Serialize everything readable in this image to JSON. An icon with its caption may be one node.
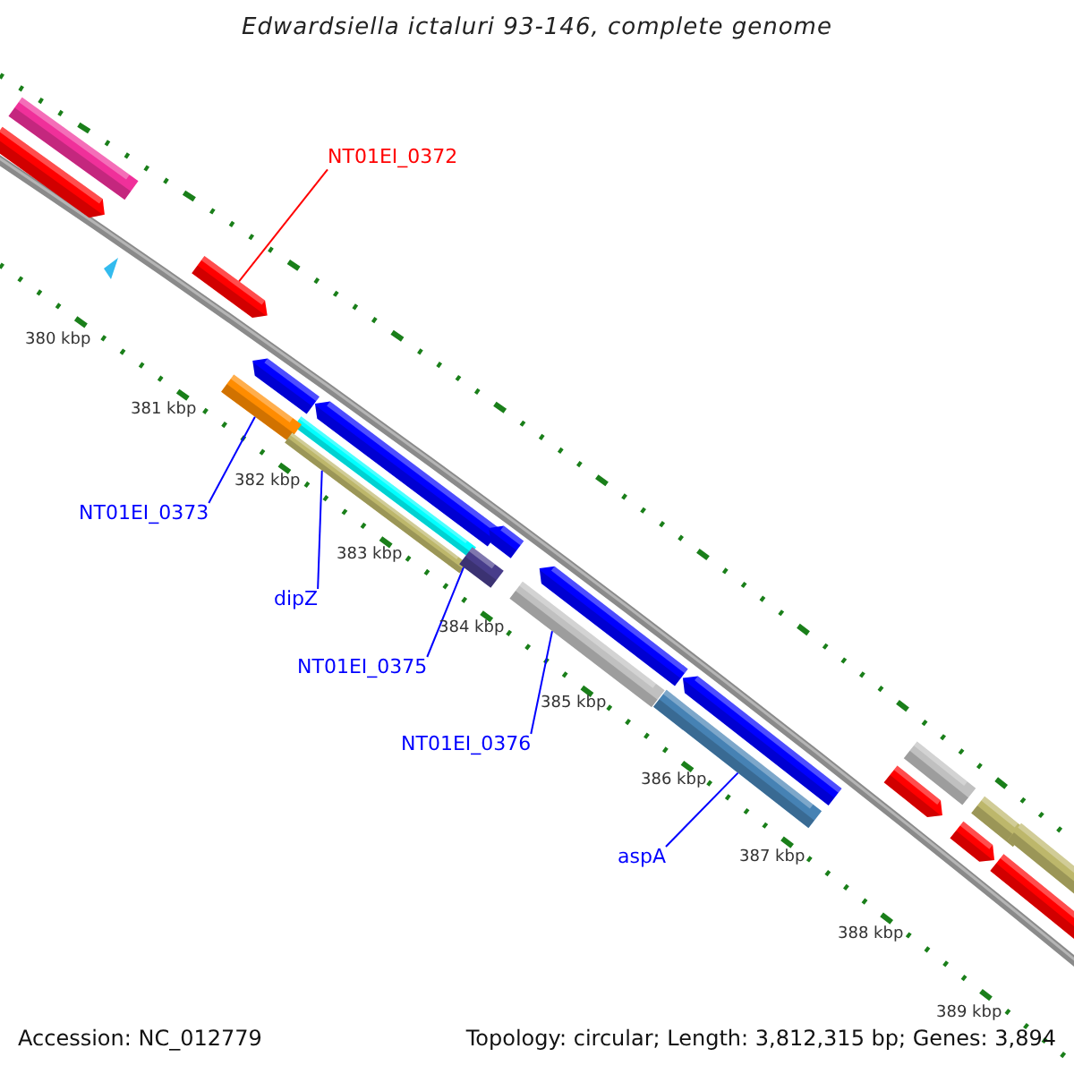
{
  "diagram": {
    "title": "Edwardsiella ictaluri 93-146, complete genome",
    "nodes": [
      {
        "text": [
          "NT01EI_0372"
        ]
      },
      {
        "text": [
          "NT01EI_0373"
        ]
      },
      {
        "text": [
          "dipZ"
        ]
      },
      {
        "text": [
          "NT01EI_0375"
        ]
      },
      {
        "text": [
          "NT01EI_0376"
        ]
      },
      {
        "text": [
          "aspA"
        ]
      },
      {
        "text": [],
        "shape": "bar"
      },
      {
        "text": [],
        "shape": "bar"
      },
      {
        "text": [],
        "shape": "bar"
      },
      {
        "text": [],
        "shape": "bar"
      },
      {
        "text": [],
        "shape": "bar"
      },
      {
        "text": [],
        "shape": "bar"
      }
    ],
    "edges": [
      {
        "from": 0,
        "to": 6,
        "arrow": "none",
        "color": "#ff0000"
      },
      {
        "from": 1,
        "to": 7,
        "arrow": "none"
      },
      {
        "from": 2,
        "to": 8,
        "arrow": "none"
      },
      {
        "from": 3,
        "to": 9,
        "arrow": "none"
      },
      {
        "from": 4,
        "to": 10,
        "arrow": "none"
      },
      {
        "from": 5,
        "to": 11,
        "arrow": "none"
      }
    ],
    "labels": [
      "380 kbp",
      "381 kbp",
      "382 kbp",
      "383 kbp",
      "384 kbp",
      "385 kbp",
      "386 kbp",
      "387 kbp",
      "388 kbp",
      "389 kbp",
      "Accession: NC_012779",
      "Topology: circular; Length: 3,812,315 bp; Genes: 3,894"
    ]
  }
}
